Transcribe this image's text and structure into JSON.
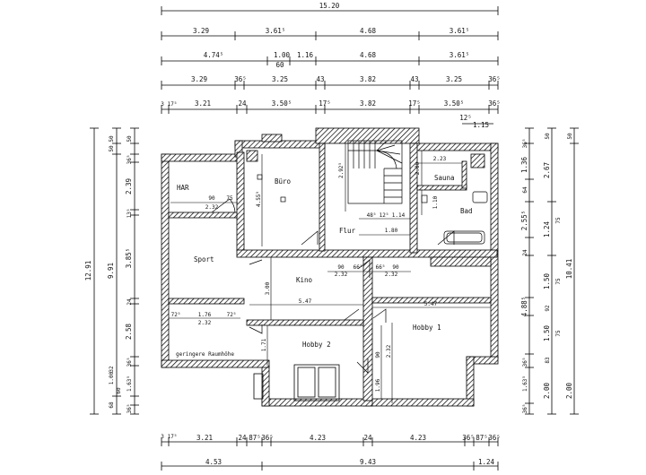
{
  "dim_rows": [
    [
      "15.20"
    ],
    [
      "3.29",
      "3.61⁵",
      "4.68",
      "3.61⁵"
    ],
    [
      "4.74⁵",
      "1.00",
      "60",
      "1.16",
      "4.68",
      "3.61⁵"
    ],
    [
      "3.29",
      "36⁵",
      "3.25",
      "43",
      "3.82",
      "43",
      "3.25",
      "36⁵"
    ],
    [
      "3",
      "17⁵",
      "3.21",
      "24",
      "3.50⁵",
      "17⁵",
      "3.82",
      "17⁵",
      "3.50⁵",
      "36⁵"
    ]
  ],
  "bottom_rows": [
    [
      "3",
      "17⁵",
      "3.21",
      "24",
      "87⁵",
      "36⁵",
      "4.23",
      "24",
      "4.23",
      "36⁵",
      "87⁵",
      "36⁵"
    ],
    [
      "4.53",
      "9.43",
      "1.24"
    ]
  ],
  "left_dims": [
    "12.91",
    "9.91",
    "50",
    "50",
    "50",
    "36⁵",
    "2.39",
    "13⁵",
    "3.85⁵",
    "24",
    "2.58",
    "1.00",
    "60",
    "1.63⁵",
    "68",
    "32",
    "36⁵",
    "36⁵"
  ],
  "right_dims": [
    "10.41",
    "2.67",
    "1.36",
    "36⁵",
    "64",
    "2.55⁵",
    "75",
    "1.24",
    "24",
    "1.50",
    "75",
    "92",
    "4.88⁵",
    "1.50",
    "75",
    "83",
    "2.00",
    "1.63⁵",
    "2.00",
    "36⁵",
    "36⁵",
    "50",
    "50"
  ],
  "rooms": {
    "har": "HAR",
    "buero": "Büro",
    "sauna": "Sauna",
    "bad": "Bad",
    "flur": "Flur",
    "sport": "Sport",
    "kino": "Kino",
    "hobby2": "Hobby 2",
    "hobby1": "Hobby 1",
    "low_ceiling": "geringere Raumhöhe"
  },
  "interior_dims": {
    "top_125": "12⁵",
    "top_115": "1.15",
    "har_90": "90",
    "har_75": "75",
    "har_232": "2.32",
    "buero_455": "4.55⁵",
    "flur_292": "2.92⁵",
    "flur_48": "48⁵",
    "flur_12": "12⁵",
    "flur_114": "1.14",
    "flur_180": "1.80",
    "sauna_200": "2.00",
    "sauna_223": "2.23",
    "bad_110": "1.10",
    "kino_90a": "90",
    "kino_66a": "66⁵",
    "kino_232": "2.32",
    "kino_66b": "66⁵",
    "kino_90b": "90",
    "kino_232b": "2.32",
    "kino_300": "3.00",
    "kino_547": "5.47",
    "hobby1_547": "5.47",
    "low_72a": "72⁵",
    "low_176": "1.76",
    "low_72b": "72⁵",
    "low_232": "2.32",
    "hobby2_171": "1.71",
    "hobby1_90": "90",
    "hobby1_232": "2.32",
    "hobby1_196": "1.96"
  }
}
